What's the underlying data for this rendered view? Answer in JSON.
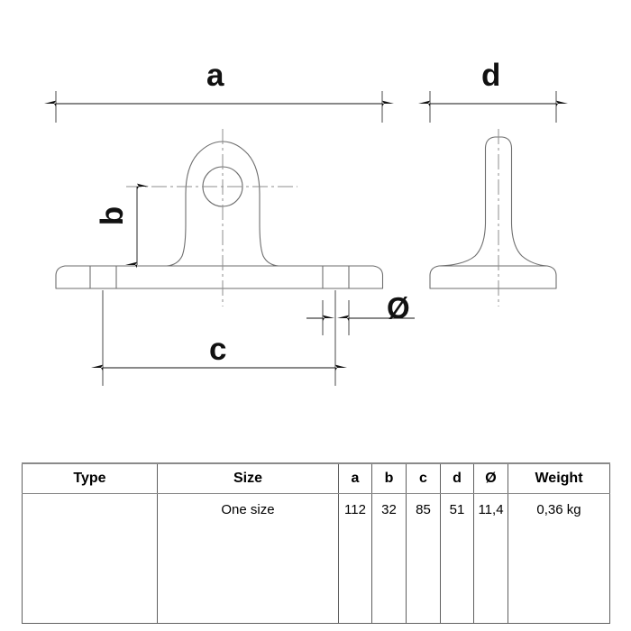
{
  "drawing": {
    "title_labels": {
      "a": "a",
      "b": "b",
      "c": "c",
      "d": "d",
      "diameter": "Ø"
    },
    "views": {
      "front": "front-view",
      "side": "side-view"
    }
  },
  "table": {
    "headers": {
      "type": "Type",
      "size": "Size",
      "a": "a",
      "b": "b",
      "c": "c",
      "d": "d",
      "diameter": "Ø",
      "weight": "Weight"
    },
    "rows": [
      {
        "type": "",
        "size": "One size",
        "a": "112",
        "b": "32",
        "c": "85",
        "d": "51",
        "diameter": "11,4",
        "weight": "0,36 kg"
      }
    ]
  },
  "colors": {
    "line": "#6e6e6e",
    "dimension": "#4a4a4a",
    "text": "#111111",
    "table_border": "#5f5f5f",
    "background": "#ffffff"
  }
}
